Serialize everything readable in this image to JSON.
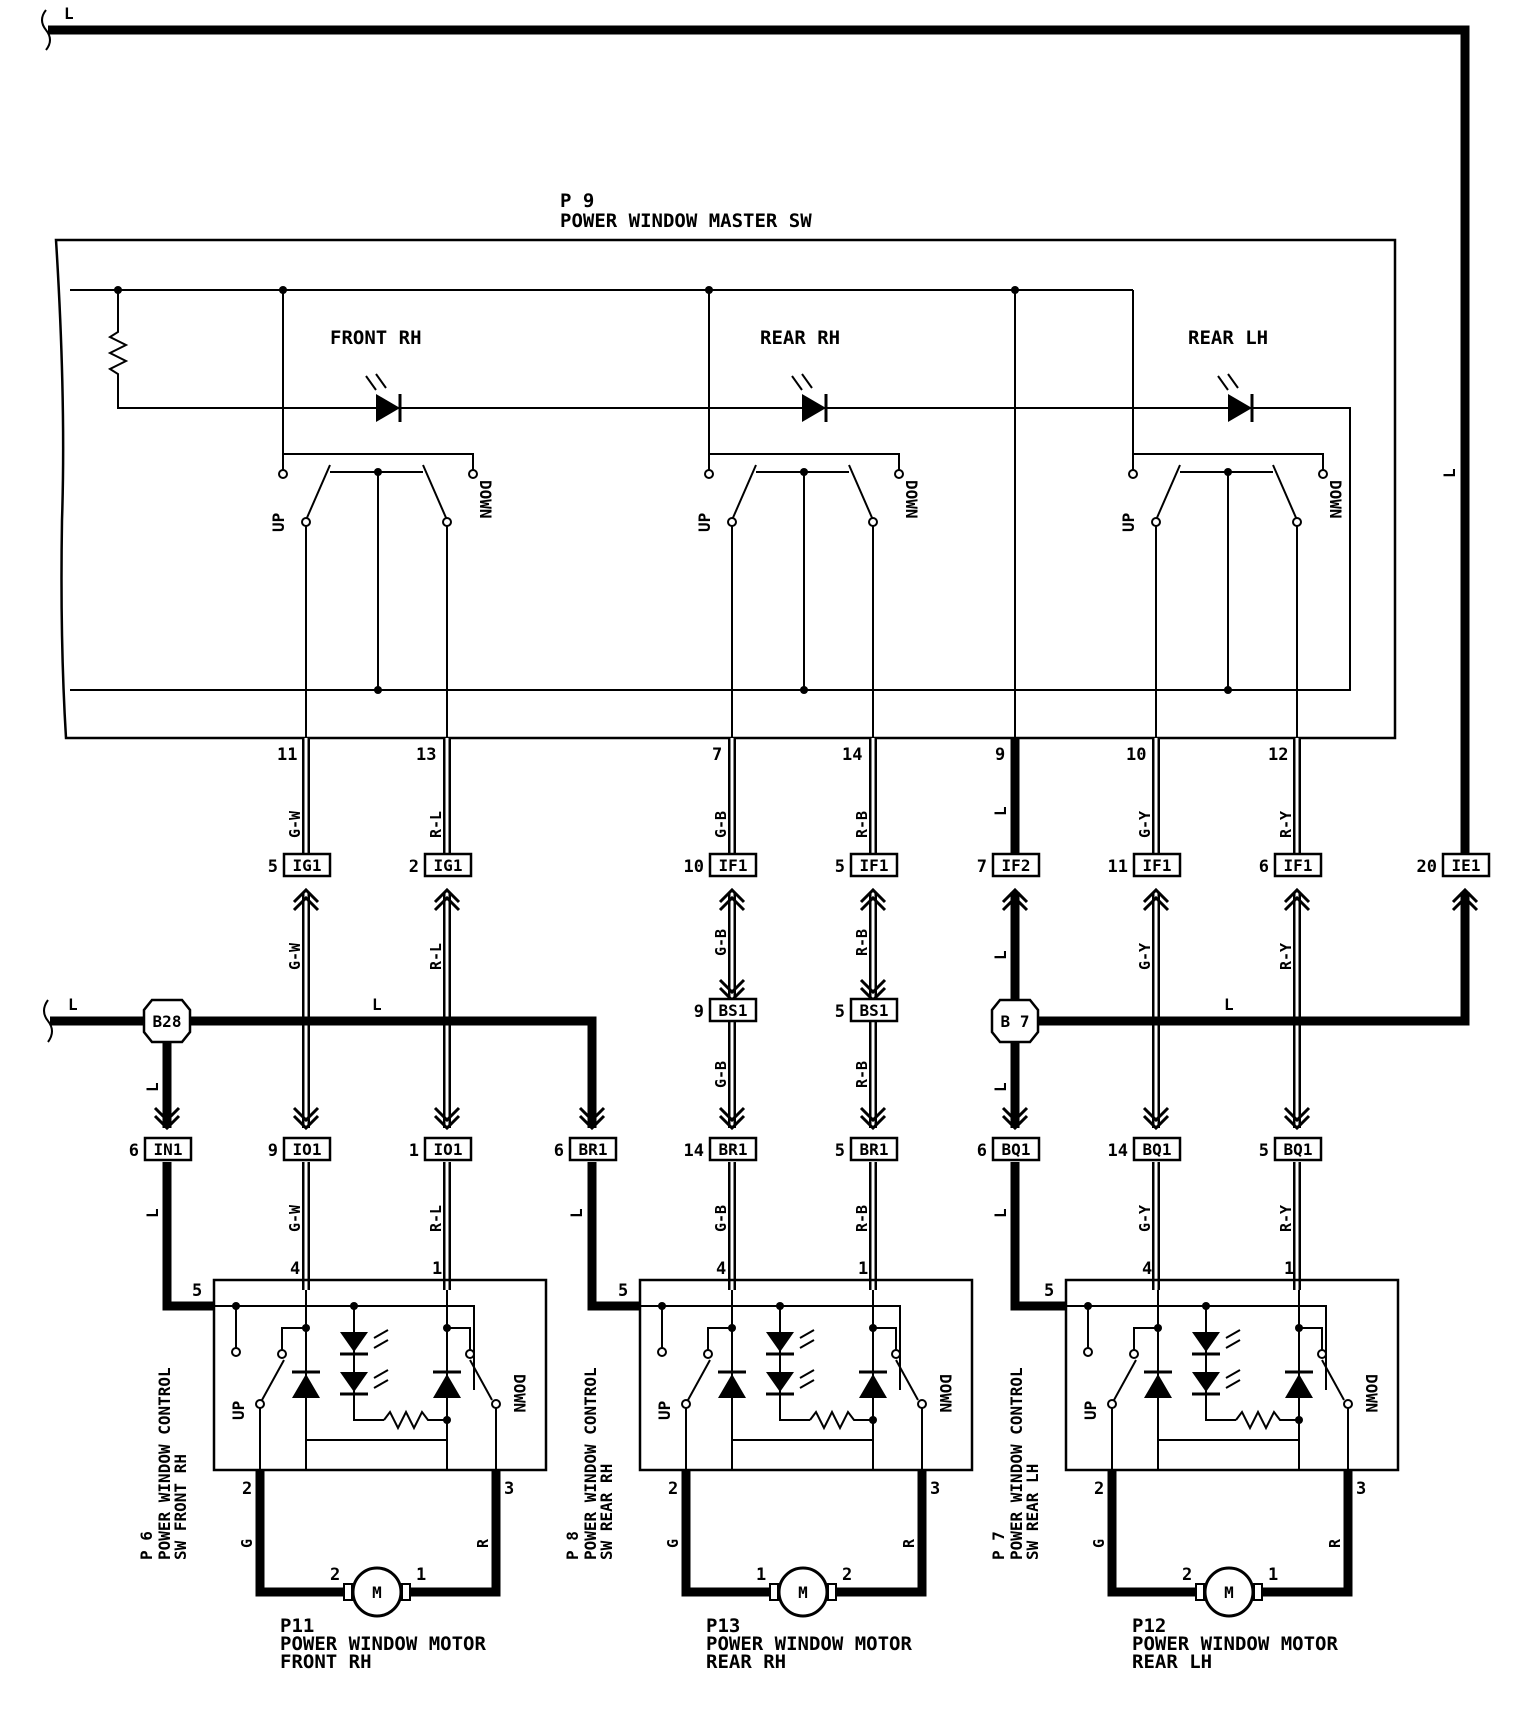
{
  "master": {
    "id": "P 9",
    "name": "POWER WINDOW MASTER SW",
    "sections": [
      "FRONT RH",
      "REAR RH",
      "REAR LH"
    ],
    "up": "UP",
    "down": "DOWN",
    "pins": [
      "11",
      "13",
      "7",
      "14",
      "9",
      "10",
      "12"
    ]
  },
  "wire_colors": {
    "main": "L",
    "fr_up": "G-W",
    "fr_down": "R-L",
    "rr_up": "G-B",
    "rr_down": "R-B",
    "rl_up": "G-Y",
    "rl_down": "R-Y",
    "motor_g": "G",
    "motor_r": "R"
  },
  "junctions": {
    "a": "B28",
    "b": "B 7"
  },
  "connectors": {
    "row1": [
      {
        "pin": "5",
        "code": "IG1"
      },
      {
        "pin": "2",
        "code": "IG1"
      },
      {
        "pin": "10",
        "code": "IF1"
      },
      {
        "pin": "5",
        "code": "IF1"
      },
      {
        "pin": "7",
        "code": "IF2"
      },
      {
        "pin": "11",
        "code": "IF1"
      },
      {
        "pin": "6",
        "code": "IF1"
      },
      {
        "pin": "20",
        "code": "IE1"
      }
    ],
    "row2": [
      {
        "pin": "9",
        "code": "BS1"
      },
      {
        "pin": "5",
        "code": "BS1"
      }
    ],
    "row3": [
      {
        "pin": "6",
        "code": "IN1"
      },
      {
        "pin": "9",
        "code": "IO1"
      },
      {
        "pin": "1",
        "code": "IO1"
      },
      {
        "pin": "6",
        "code": "BR1"
      },
      {
        "pin": "14",
        "code": "BR1"
      },
      {
        "pin": "5",
        "code": "BR1"
      },
      {
        "pin": "6",
        "code": "BQ1"
      },
      {
        "pin": "14",
        "code": "BQ1"
      },
      {
        "pin": "5",
        "code": "BQ1"
      }
    ]
  },
  "controls": [
    {
      "id": "P 6",
      "name1": "POWER WINDOW CONTROL",
      "name2": "SW FRONT RH",
      "motor_id": "P11",
      "motor_name": "POWER WINDOW MOTOR",
      "motor_loc": "FRONT RH",
      "motor_left_pin": "2",
      "motor_right_pin": "1"
    },
    {
      "id": "P 8",
      "name1": "POWER WINDOW CONTROL",
      "name2": "SW REAR RH",
      "motor_id": "P13",
      "motor_name": "POWER WINDOW MOTOR",
      "motor_loc": "REAR RH",
      "motor_left_pin": "1",
      "motor_right_pin": "2"
    },
    {
      "id": "P 7",
      "name1": "POWER WINDOW CONTROL",
      "name2": "SW REAR LH",
      "motor_id": "P12",
      "motor_name": "POWER WINDOW MOTOR",
      "motor_loc": "REAR LH",
      "motor_left_pin": "2",
      "motor_right_pin": "1"
    }
  ],
  "ctrl_pins": {
    "b": "5",
    "up": "4",
    "down": "1",
    "m1": "2",
    "m2": "3"
  },
  "motor_symbol": "M"
}
